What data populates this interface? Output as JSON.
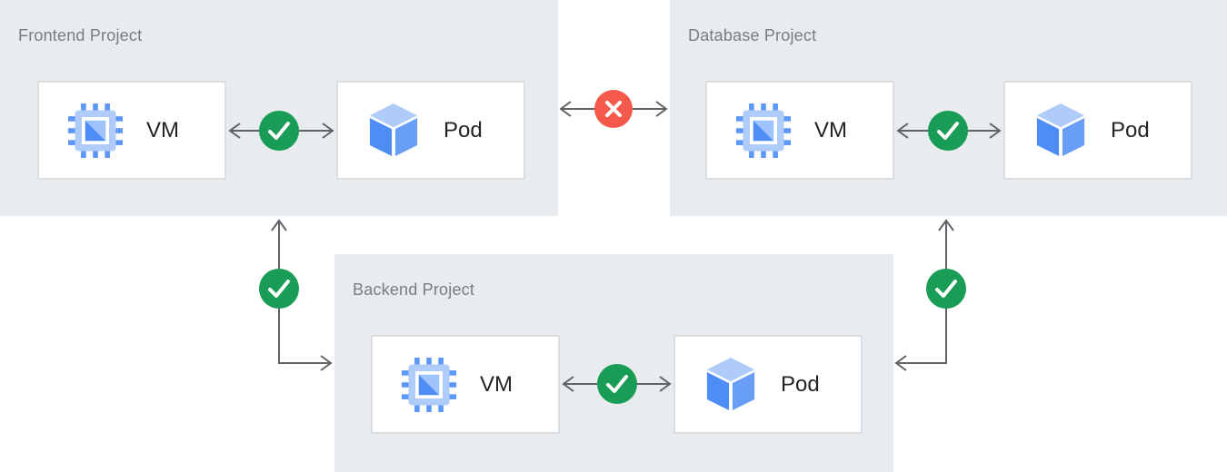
{
  "projects": [
    {
      "label": "Frontend Project",
      "nodes": [
        {
          "label": "VM",
          "icon": "compute-vm-chip-icon"
        },
        {
          "label": "Pod",
          "icon": "pod-cube-icon"
        }
      ],
      "internal_connection": {
        "status": "allowed",
        "icon": "check-icon"
      }
    },
    {
      "label": "Database Project",
      "nodes": [
        {
          "label": "VM",
          "icon": "compute-vm-chip-icon"
        },
        {
          "label": "Pod",
          "icon": "pod-cube-icon"
        }
      ],
      "internal_connection": {
        "status": "allowed",
        "icon": "check-icon"
      }
    },
    {
      "label": "Backend Project",
      "nodes": [
        {
          "label": "VM",
          "icon": "compute-vm-chip-icon"
        },
        {
          "label": "Pod",
          "icon": "pod-cube-icon"
        }
      ],
      "internal_connection": {
        "status": "allowed",
        "icon": "check-icon"
      }
    }
  ],
  "connections": [
    {
      "between": [
        "Frontend Project",
        "Database Project"
      ],
      "status": "blocked",
      "icon": "cross-icon"
    },
    {
      "between": [
        "Frontend Project",
        "Backend Project"
      ],
      "status": "allowed",
      "icon": "check-icon"
    },
    {
      "between": [
        "Database Project",
        "Backend Project"
      ],
      "status": "allowed",
      "icon": "check-icon"
    }
  ],
  "colors": {
    "panel_background": "#e8ecef",
    "node_background": "#ffffff",
    "node_border": "#dcdfe2",
    "arrow_gray": "#5f6368",
    "allowed_green": "#199c55",
    "blocked_red": "#f4594c",
    "panel_label_gray": "#797d80",
    "node_text": "#212327",
    "icon_blue_light": "#aecbfa",
    "icon_blue_medium": "#699ef7",
    "icon_blue_dark": "#4d8df5"
  }
}
